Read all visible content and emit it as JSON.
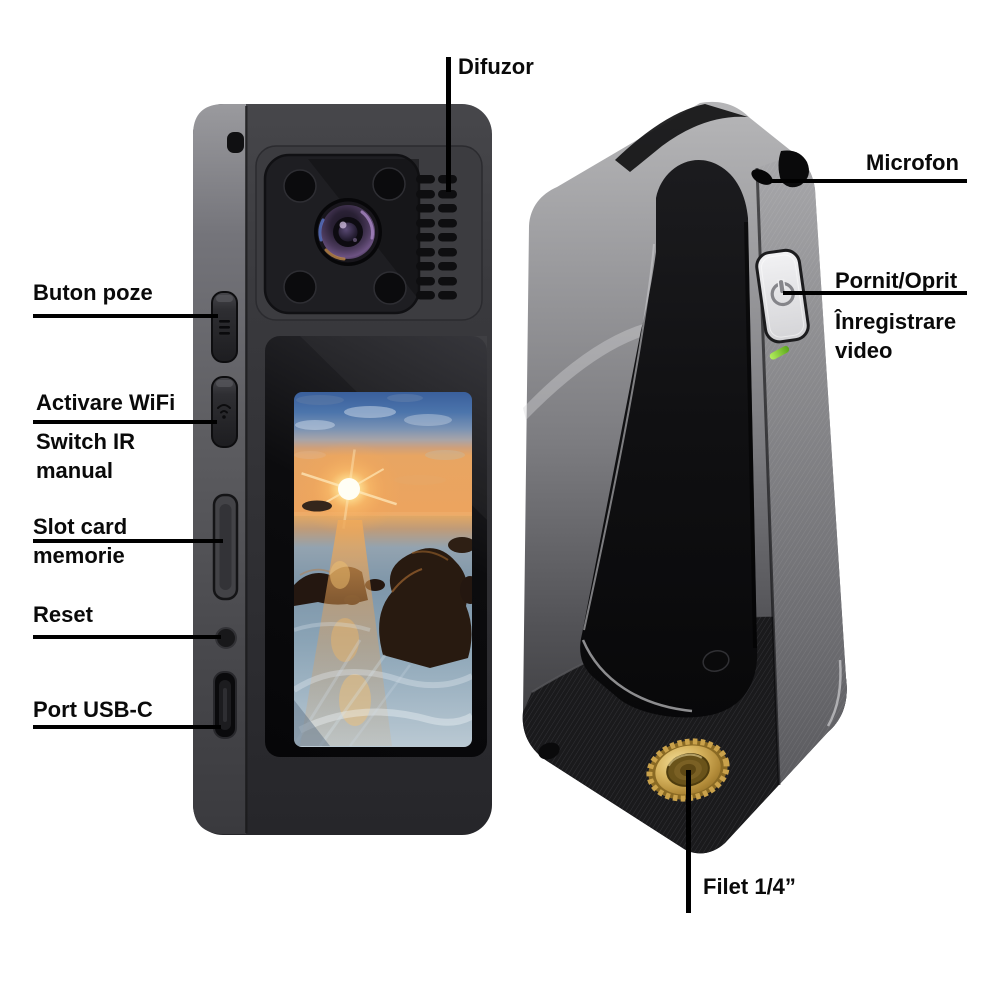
{
  "diagram": {
    "subject": "mini-body-camera",
    "views": [
      "front-left-side",
      "rear-right-side"
    ]
  },
  "labels": {
    "difuzor": "Difuzor",
    "microfon": "Microfon",
    "buton_poze": "Buton poze",
    "activare_wifi": "Activare WiFi",
    "switch_ir": "Switch IR\nmanual",
    "slot_card": "Slot card\nmemorie",
    "reset": "Reset",
    "port_usb": "Port USB-C",
    "pornit_oprit": "Pornit/Oprit",
    "inregistrare": "Înregistrare\nvideo",
    "filet": "Filet 1/4”"
  },
  "colors": {
    "background": "#ffffff",
    "label_text": "#0a0a0a",
    "leader_line": "#000000",
    "led_green": "#76c82a",
    "thread_gold": "#c9a14a",
    "body_gray": "#8a8a8e",
    "body_dark": "#2e2e32"
  }
}
